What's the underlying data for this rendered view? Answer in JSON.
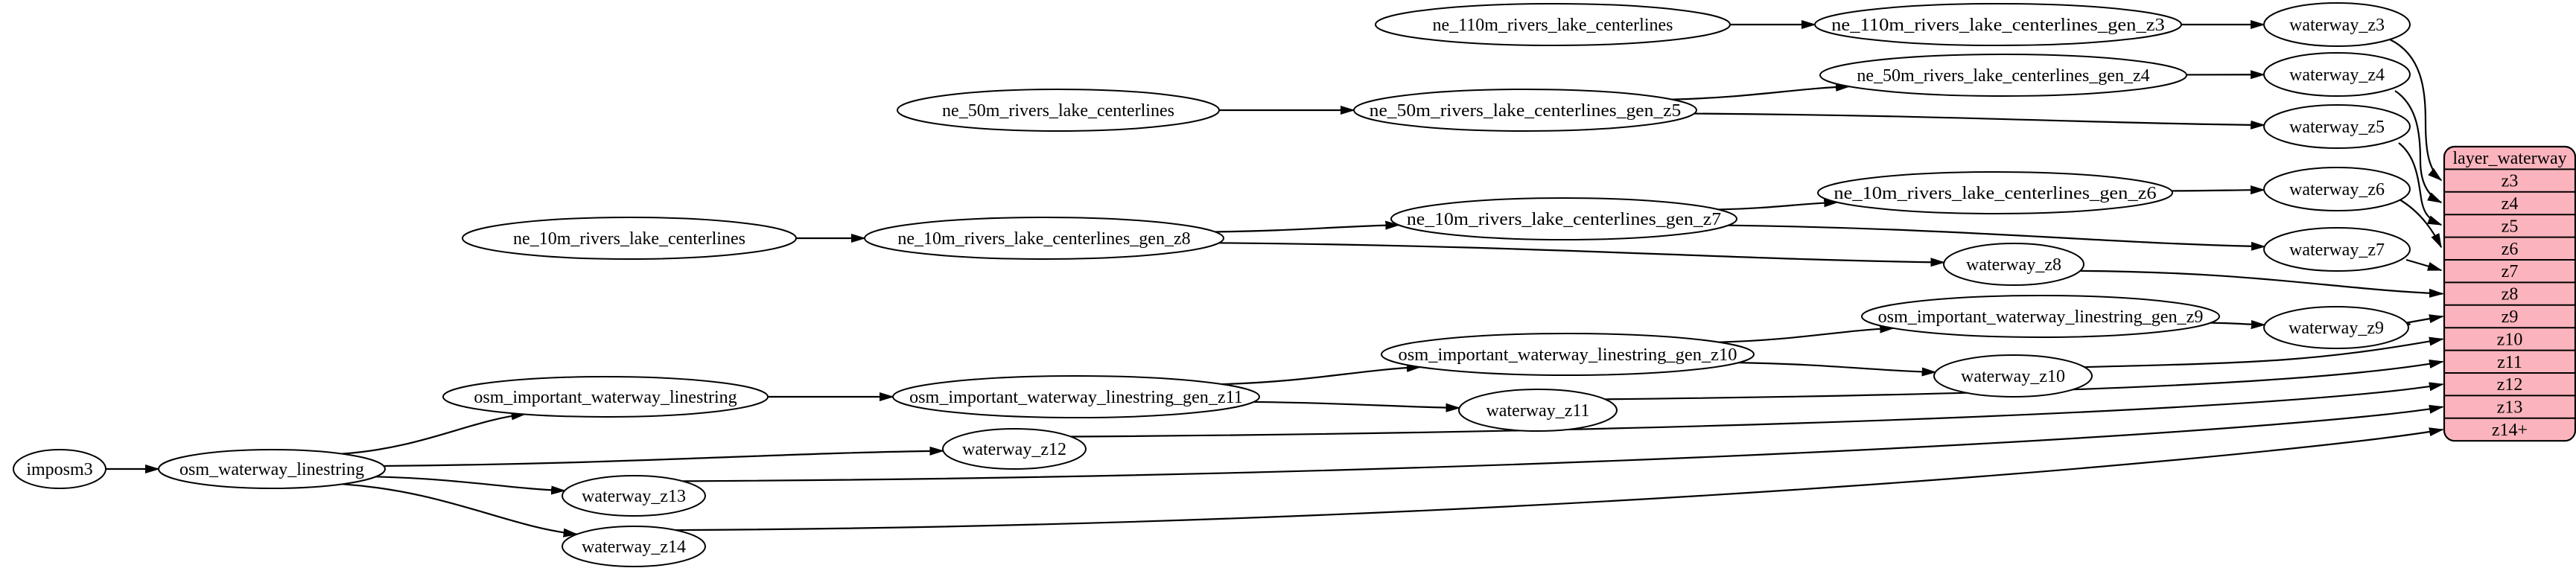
{
  "colors": {
    "background": "#ffffff",
    "node_fill": "#ffffff",
    "node_stroke": "#000000",
    "edge": "#000000",
    "table_fill": "#fbb4bd",
    "table_stroke": "#000000",
    "text": "#000000"
  },
  "diagram": {
    "nodes": [
      {
        "id": "imposm3",
        "label": "imposm3"
      },
      {
        "id": "osm_waterway_linestring",
        "label": "osm_waterway_linestring"
      },
      {
        "id": "osm_important_waterway_linestring",
        "label": "osm_important_waterway_linestring"
      },
      {
        "id": "osm_important_waterway_linestring_gen_z11",
        "label": "osm_important_waterway_linestring_gen_z11"
      },
      {
        "id": "osm_important_waterway_linestring_gen_z10",
        "label": "osm_important_waterway_linestring_gen_z10"
      },
      {
        "id": "osm_important_waterway_linestring_gen_z9",
        "label": "osm_important_waterway_linestring_gen_z9"
      },
      {
        "id": "ne_110m_rivers_lake_centerlines",
        "label": "ne_110m_rivers_lake_centerlines"
      },
      {
        "id": "ne_110m_rivers_lake_centerlines_gen_z3",
        "label": "ne_110m_rivers_lake_centerlines_gen_z3"
      },
      {
        "id": "ne_50m_rivers_lake_centerlines",
        "label": "ne_50m_rivers_lake_centerlines"
      },
      {
        "id": "ne_50m_rivers_lake_centerlines_gen_z5",
        "label": "ne_50m_rivers_lake_centerlines_gen_z5"
      },
      {
        "id": "ne_50m_rivers_lake_centerlines_gen_z4",
        "label": "ne_50m_rivers_lake_centerlines_gen_z4"
      },
      {
        "id": "ne_10m_rivers_lake_centerlines",
        "label": "ne_10m_rivers_lake_centerlines"
      },
      {
        "id": "ne_10m_rivers_lake_centerlines_gen_z8",
        "label": "ne_10m_rivers_lake_centerlines_gen_z8"
      },
      {
        "id": "ne_10m_rivers_lake_centerlines_gen_z7",
        "label": "ne_10m_rivers_lake_centerlines_gen_z7"
      },
      {
        "id": "ne_10m_rivers_lake_centerlines_gen_z6",
        "label": "ne_10m_rivers_lake_centerlines_gen_z6"
      },
      {
        "id": "waterway_z3",
        "label": "waterway_z3"
      },
      {
        "id": "waterway_z4",
        "label": "waterway_z4"
      },
      {
        "id": "waterway_z5",
        "label": "waterway_z5"
      },
      {
        "id": "waterway_z6",
        "label": "waterway_z6"
      },
      {
        "id": "waterway_z7",
        "label": "waterway_z7"
      },
      {
        "id": "waterway_z8",
        "label": "waterway_z8"
      },
      {
        "id": "waterway_z9",
        "label": "waterway_z9"
      },
      {
        "id": "waterway_z10",
        "label": "waterway_z10"
      },
      {
        "id": "waterway_z11",
        "label": "waterway_z11"
      },
      {
        "id": "waterway_z12",
        "label": "waterway_z12"
      },
      {
        "id": "waterway_z13",
        "label": "waterway_z13"
      },
      {
        "id": "waterway_z14",
        "label": "waterway_z14"
      }
    ],
    "table": {
      "id": "layer_waterway",
      "title": "layer_waterway",
      "rows": [
        "z3",
        "z4",
        "z5",
        "z6",
        "z7",
        "z8",
        "z9",
        "z10",
        "z11",
        "z12",
        "z13",
        "z14+"
      ]
    },
    "edges": [
      {
        "from": "imposm3",
        "to": "osm_waterway_linestring"
      },
      {
        "from": "osm_waterway_linestring",
        "to": "osm_important_waterway_linestring"
      },
      {
        "from": "osm_waterway_linestring",
        "to": "waterway_z12"
      },
      {
        "from": "osm_waterway_linestring",
        "to": "waterway_z13"
      },
      {
        "from": "osm_waterway_linestring",
        "to": "waterway_z14"
      },
      {
        "from": "osm_important_waterway_linestring",
        "to": "osm_important_waterway_linestring_gen_z11"
      },
      {
        "from": "osm_important_waterway_linestring_gen_z11",
        "to": "osm_important_waterway_linestring_gen_z10"
      },
      {
        "from": "osm_important_waterway_linestring_gen_z11",
        "to": "waterway_z11"
      },
      {
        "from": "osm_important_waterway_linestring_gen_z10",
        "to": "osm_important_waterway_linestring_gen_z9"
      },
      {
        "from": "osm_important_waterway_linestring_gen_z10",
        "to": "waterway_z10"
      },
      {
        "from": "osm_important_waterway_linestring_gen_z9",
        "to": "waterway_z9"
      },
      {
        "from": "ne_110m_rivers_lake_centerlines",
        "to": "ne_110m_rivers_lake_centerlines_gen_z3"
      },
      {
        "from": "ne_110m_rivers_lake_centerlines_gen_z3",
        "to": "waterway_z3"
      },
      {
        "from": "ne_50m_rivers_lake_centerlines",
        "to": "ne_50m_rivers_lake_centerlines_gen_z5"
      },
      {
        "from": "ne_50m_rivers_lake_centerlines_gen_z5",
        "to": "ne_50m_rivers_lake_centerlines_gen_z4"
      },
      {
        "from": "ne_50m_rivers_lake_centerlines_gen_z5",
        "to": "waterway_z5"
      },
      {
        "from": "ne_50m_rivers_lake_centerlines_gen_z4",
        "to": "waterway_z4"
      },
      {
        "from": "ne_10m_rivers_lake_centerlines",
        "to": "ne_10m_rivers_lake_centerlines_gen_z8"
      },
      {
        "from": "ne_10m_rivers_lake_centerlines_gen_z8",
        "to": "ne_10m_rivers_lake_centerlines_gen_z7"
      },
      {
        "from": "ne_10m_rivers_lake_centerlines_gen_z8",
        "to": "waterway_z8"
      },
      {
        "from": "ne_10m_rivers_lake_centerlines_gen_z7",
        "to": "ne_10m_rivers_lake_centerlines_gen_z6"
      },
      {
        "from": "ne_10m_rivers_lake_centerlines_gen_z7",
        "to": "waterway_z7"
      },
      {
        "from": "ne_10m_rivers_lake_centerlines_gen_z6",
        "to": "waterway_z6"
      },
      {
        "from": "waterway_z3",
        "to": "layer_waterway",
        "row": "z3"
      },
      {
        "from": "waterway_z4",
        "to": "layer_waterway",
        "row": "z4"
      },
      {
        "from": "waterway_z5",
        "to": "layer_waterway",
        "row": "z5"
      },
      {
        "from": "waterway_z6",
        "to": "layer_waterway",
        "row": "z6"
      },
      {
        "from": "waterway_z7",
        "to": "layer_waterway",
        "row": "z7"
      },
      {
        "from": "waterway_z8",
        "to": "layer_waterway",
        "row": "z8"
      },
      {
        "from": "waterway_z9",
        "to": "layer_waterway",
        "row": "z9"
      },
      {
        "from": "waterway_z10",
        "to": "layer_waterway",
        "row": "z10"
      },
      {
        "from": "waterway_z11",
        "to": "layer_waterway",
        "row": "z11"
      },
      {
        "from": "waterway_z12",
        "to": "layer_waterway",
        "row": "z12"
      },
      {
        "from": "waterway_z13",
        "to": "layer_waterway",
        "row": "z13"
      },
      {
        "from": "waterway_z14",
        "to": "layer_waterway",
        "row": "z14+"
      }
    ]
  }
}
